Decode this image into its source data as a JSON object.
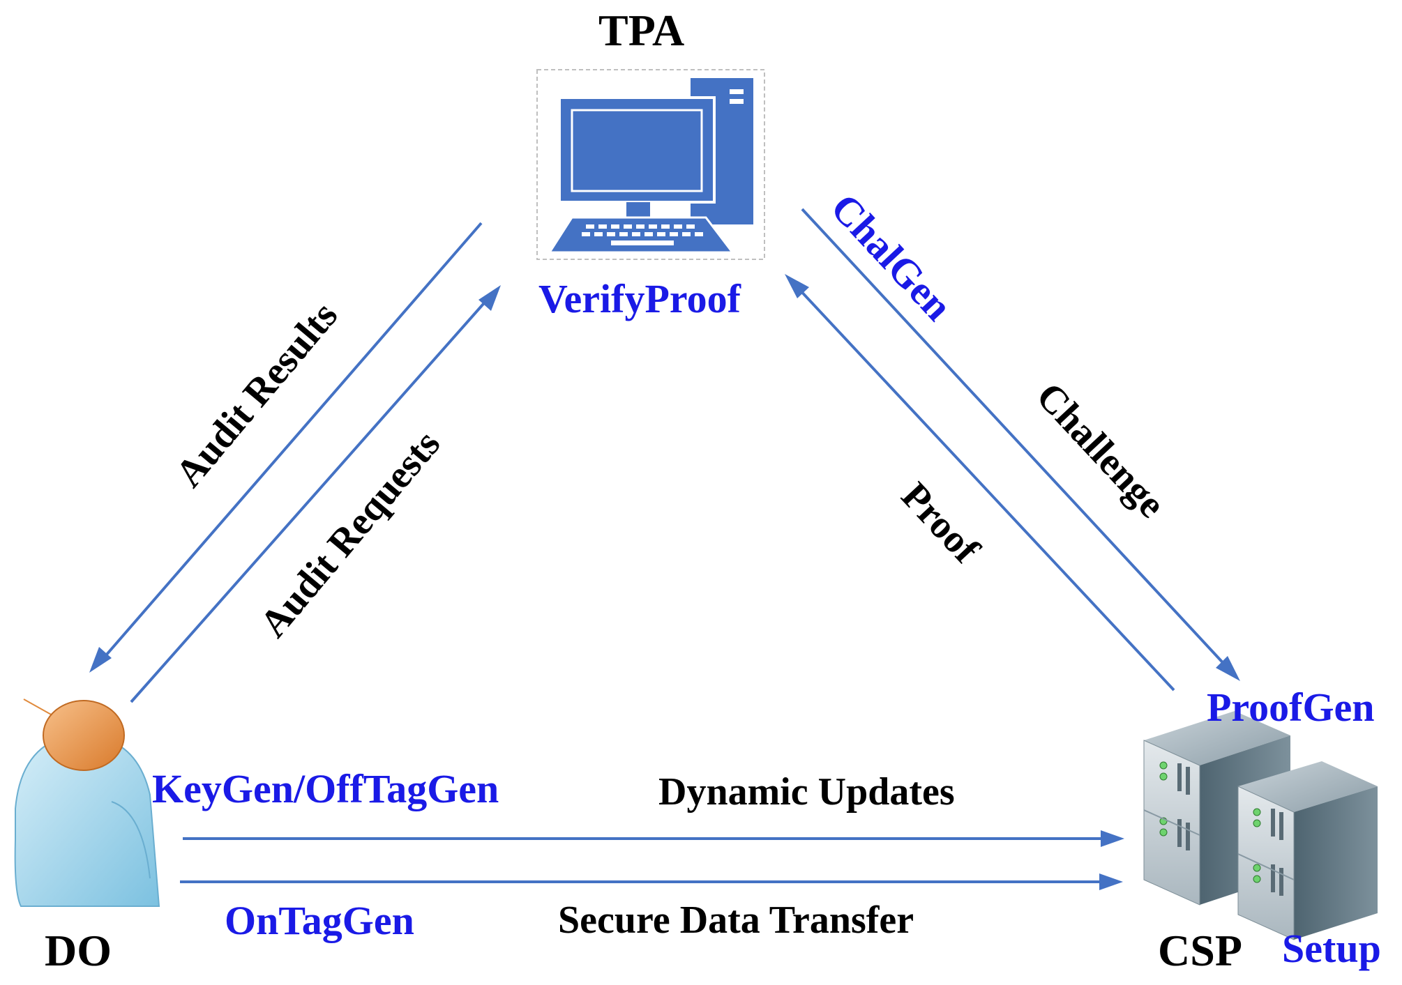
{
  "entities": {
    "tpa": {
      "label": "TPA",
      "function": "VerifyProof"
    },
    "do": {
      "label": "DO",
      "functions": [
        "KeyGen/OffTagGen",
        "OnTagGen"
      ]
    },
    "csp": {
      "label": "CSP",
      "functions": [
        "ProofGen",
        "Setup"
      ]
    }
  },
  "flows": {
    "audit_results": "Audit Results",
    "audit_requests": "Audit Requests",
    "challenge": "Challenge",
    "challenge_fn": "ChalGen",
    "proof": "Proof",
    "dynamic_updates": "Dynamic Updates",
    "secure_data_transfer": "Secure Data Transfer"
  },
  "colors": {
    "arrow": "#4472c4",
    "function_text": "#1a1ae6",
    "entity_text": "#000000",
    "monitor": "#4472c4",
    "person_head": "#e8964a",
    "person_body": "#9fd3ea",
    "server": "#8fa2ad"
  },
  "icons": {
    "tpa": "computer-icon",
    "do": "user-icon",
    "csp": "server-icon"
  }
}
